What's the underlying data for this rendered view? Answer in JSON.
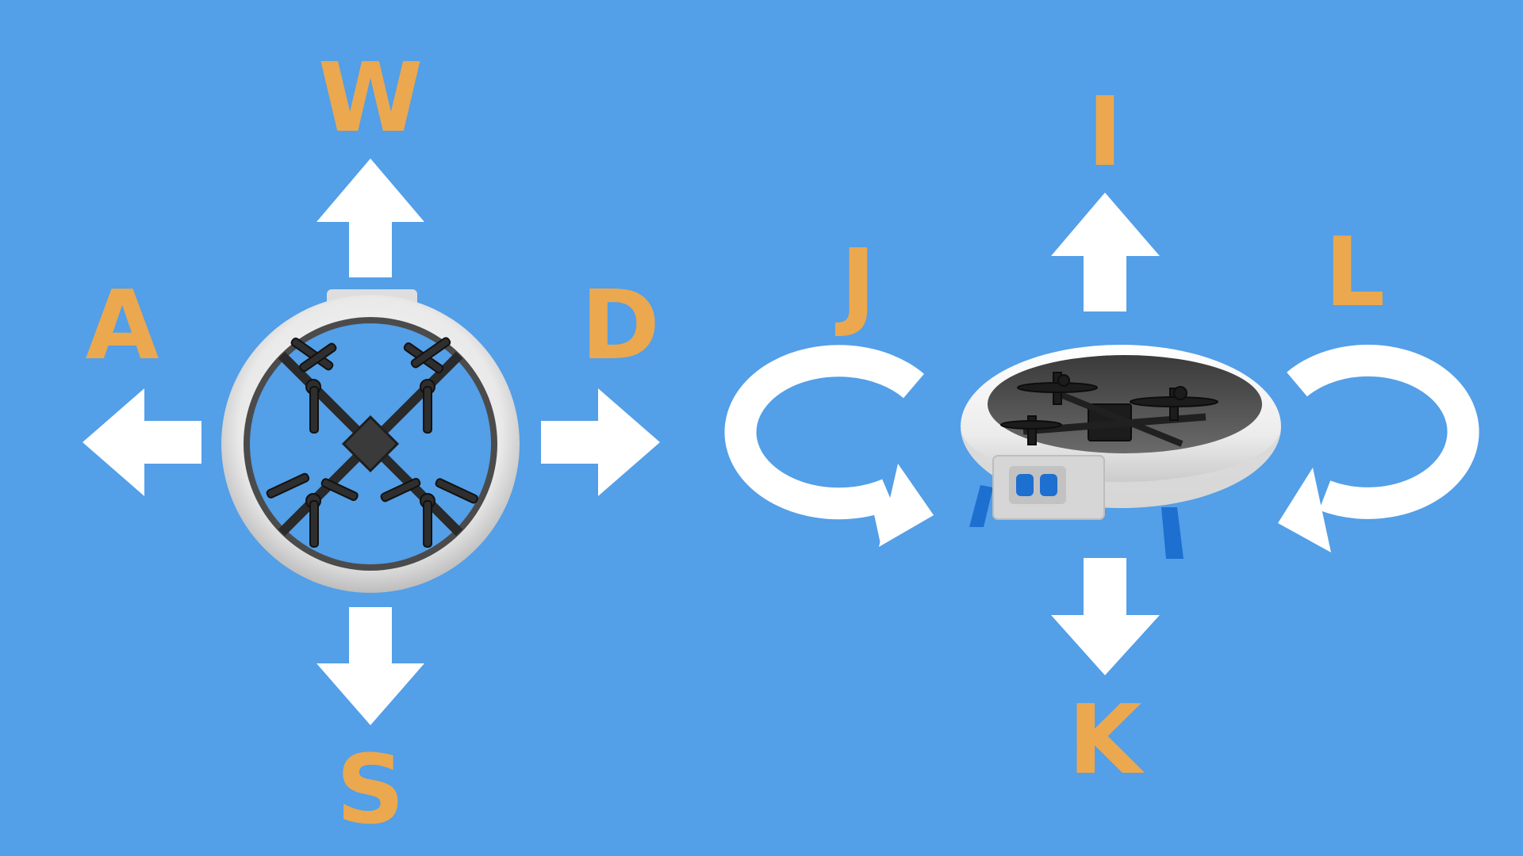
{
  "colors": {
    "background": "#539fe8",
    "key_letter": "#eba84e",
    "arrow": "#ffffff",
    "drone_shell": "#e6e6e6",
    "drone_frame": "#2a2a2a",
    "drone_leg": "#1d6fd0"
  },
  "top_view": {
    "keys": {
      "forward": "W",
      "left": "A",
      "right": "D",
      "backward": "S"
    },
    "icons": [
      "arrow-up-icon",
      "arrow-left-icon",
      "arrow-right-icon",
      "arrow-down-icon",
      "drone-top-view-icon"
    ]
  },
  "side_view": {
    "keys": {
      "up": "I",
      "down": "K",
      "rotate_left": "J",
      "rotate_right": "L"
    },
    "icons": [
      "arrow-up-icon",
      "arrow-down-icon",
      "rotate-left-icon",
      "rotate-right-icon",
      "drone-side-view-icon"
    ]
  }
}
